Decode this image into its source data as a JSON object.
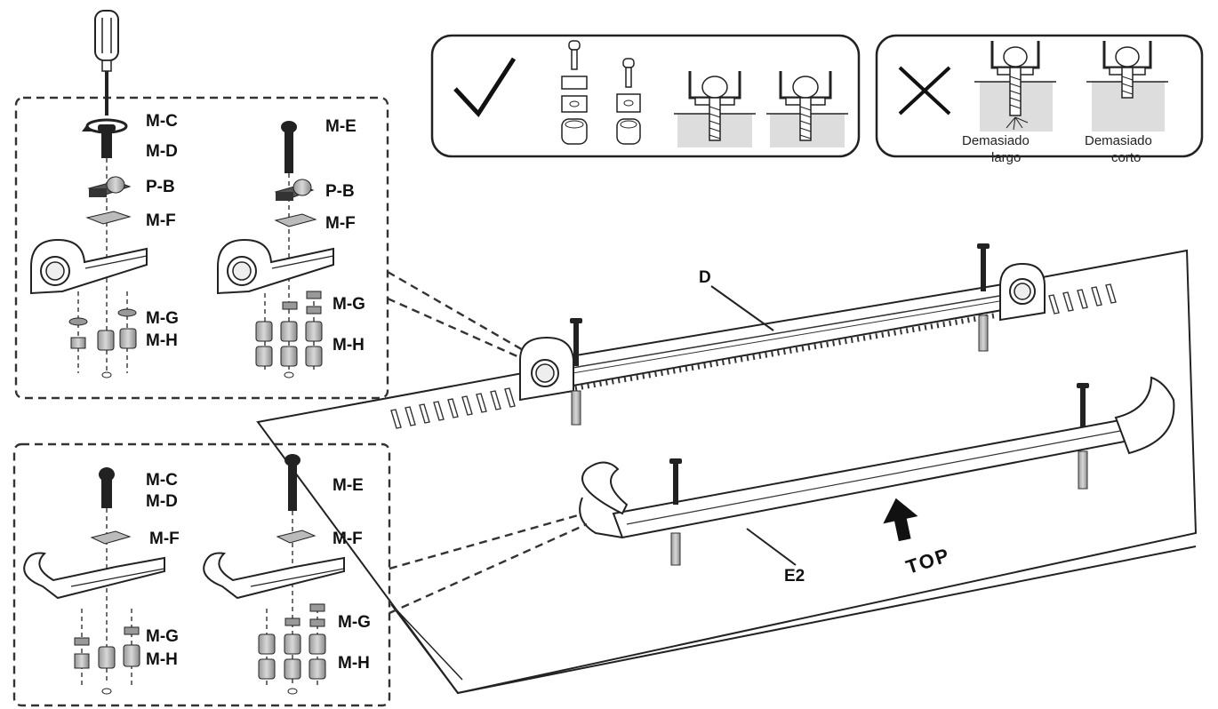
{
  "panel_top": {
    "labels": {
      "mc": "M-C",
      "md": "M-D",
      "me": "M-E",
      "pb_left": "P-B",
      "pb_right": "P-B",
      "mf_left": "M-F",
      "mf_right": "M-F",
      "mg_left": "M-G",
      "mh_left": "M-H",
      "mg_right": "M-G",
      "mh_right": "M-H"
    }
  },
  "panel_bottom": {
    "labels": {
      "mc": "M-C",
      "md": "M-D",
      "me": "M-E",
      "mf_left": "M-F",
      "mf_right": "M-F",
      "mg_left": "M-G",
      "mh_left": "M-H",
      "mg_right": "M-G",
      "mh_right": "M-H"
    }
  },
  "correct_box": {
    "icon": "check-icon"
  },
  "wrong_box": {
    "icon": "cross-icon",
    "too_long": "Demasiado\nlargo",
    "too_short": "Demasiado\ncorto",
    "too_long_l1": "Demasiado",
    "too_long_l2": "largo",
    "too_short_l1": "Demasiado",
    "too_short_l2": "corto"
  },
  "main": {
    "bracket_d": "D",
    "bracket_e2": "E2",
    "direction": "TOP",
    "direction_icon": "arrow-up-icon"
  }
}
